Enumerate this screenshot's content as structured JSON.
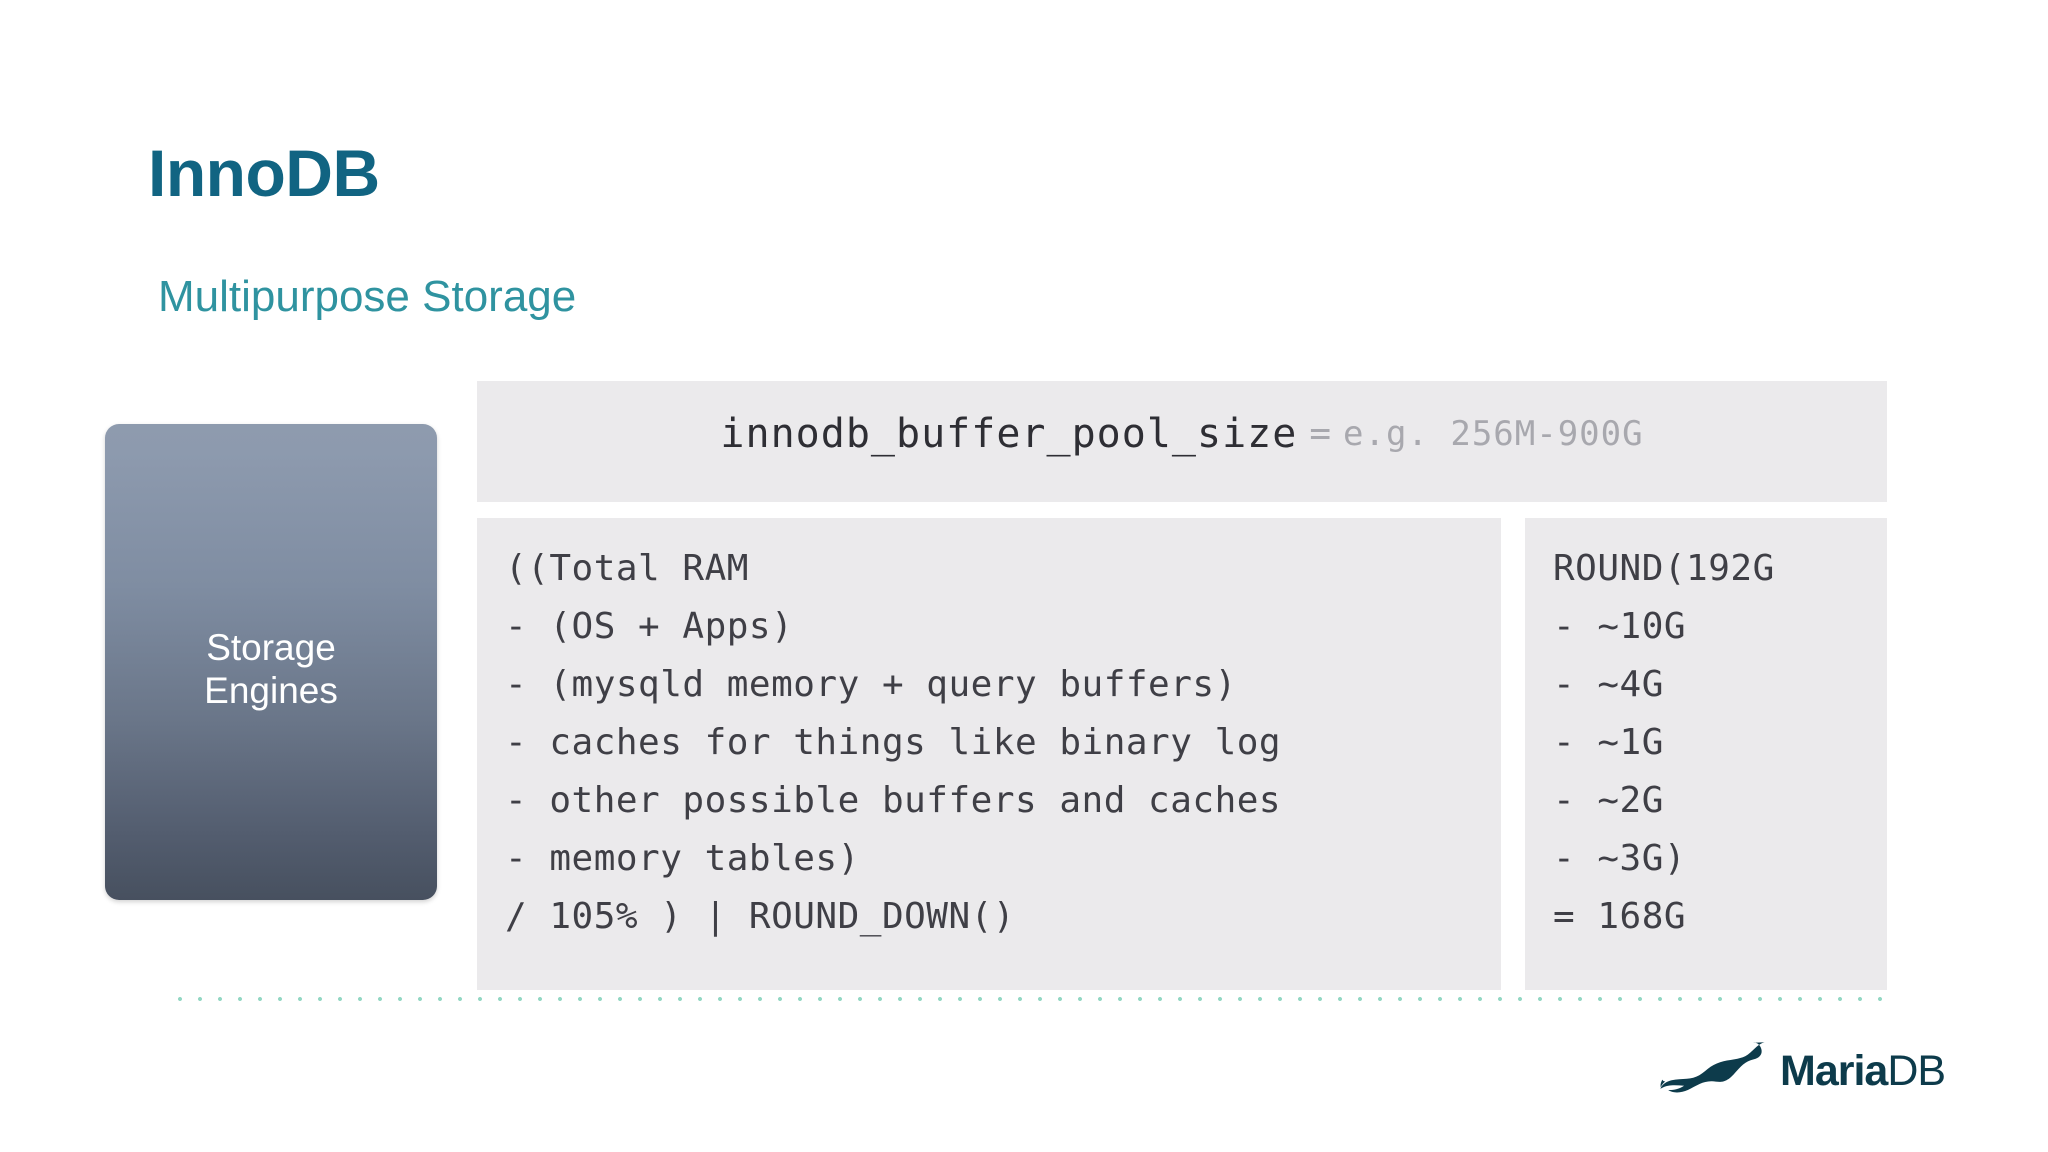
{
  "slide": {
    "title": "InnoDB",
    "subtitle": "Multipurpose Storage",
    "title_color": "#116482",
    "subtitle_color": "#2f93a0"
  },
  "storage_card": {
    "line1": "Storage",
    "line2": "Engines",
    "gradient_top": "#8e9bae",
    "gradient_bottom": "#47505f",
    "text_color": "#ffffff"
  },
  "setting_banner": {
    "variable": "innodb_buffer_pool_size",
    "equals": "=",
    "value": "e.g. 256M-900G",
    "value_color": "#a8a8ae",
    "panel_bg": "#ebeaec"
  },
  "formula_panel": {
    "lines": [
      "((Total RAM",
      "- (OS + Apps)",
      "- (mysqld memory + query buffers)",
      "- caches for things like binary log",
      "- other possible buffers and caches",
      "- memory tables)",
      "/ 105% ) | ROUND_DOWN()"
    ]
  },
  "example_panel": {
    "lines": [
      "ROUND(192G",
      "- ~10G",
      "- ~4G",
      "- ~1G",
      "- ~2G",
      "- ~3G)",
      "= 168G"
    ]
  },
  "divider": {
    "style": "dotted",
    "color": "#7fd0b8"
  },
  "footer_logo": {
    "brand_primary": "Maria",
    "brand_secondary": "DB",
    "color": "#0d3b4b",
    "icon": "sea-lion-icon"
  }
}
